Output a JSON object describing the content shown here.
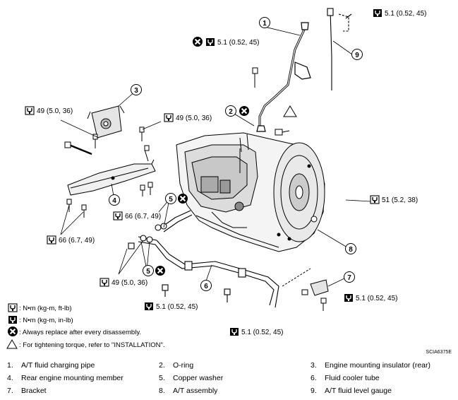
{
  "torques": {
    "t1": "5.1 (0.52, 45)",
    "t2": "5.1 (0.52, 45)",
    "t3": "49 (5.0, 36)",
    "t4": "49 (5.0, 36)",
    "t5": "51 (5.2, 38)",
    "t6": "66 (6.7, 49)",
    "t7": "66 (6.7, 49)",
    "t8": "49 (5.0, 36)",
    "t9": "5.1 (0.52, 45)",
    "t10": "5.1 (0.52, 45)",
    "t11": "5.1 (0.52, 45)"
  },
  "callouts": [
    "1",
    "2",
    "3",
    "4",
    "5",
    "5",
    "6",
    "7",
    "8",
    "9"
  ],
  "figure_code": "SCIA6375E",
  "legend": {
    "nm_ft": ": N•m (kg-m, ft-lb)",
    "nm_in": ": N•m (kg-m, in-lb)",
    "replace": ": Always replace after every disassembly.",
    "tighten": ": For tightening torque, refer to \"INSTALLATION\"."
  },
  "parts": [
    {
      "n": "1.",
      "name": "A/T fluid charging pipe"
    },
    {
      "n": "2.",
      "name": "O-ring"
    },
    {
      "n": "3.",
      "name": "Engine mounting insulator (rear)"
    },
    {
      "n": "4.",
      "name": "Rear engine mounting member"
    },
    {
      "n": "5.",
      "name": "Copper washer"
    },
    {
      "n": "6.",
      "name": "Fluid cooler tube"
    },
    {
      "n": "7.",
      "name": "Bracket"
    },
    {
      "n": "8.",
      "name": "A/T assembly"
    },
    {
      "n": "9.",
      "name": "A/T fluid level gauge"
    }
  ]
}
